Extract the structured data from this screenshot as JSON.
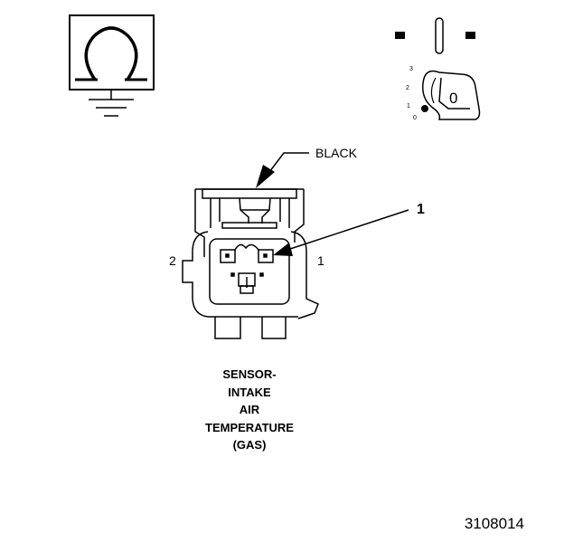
{
  "symbols": {
    "left_icon": "ohmmeter-ground-symbol",
    "right_icon": "ignition-key-off-symbol"
  },
  "ignition": {
    "positions": [
      "3",
      "2",
      "1",
      "0"
    ],
    "key_label": "0"
  },
  "connector": {
    "wire_color_label": "BLACK",
    "callout_number": "1",
    "pin_left": "2",
    "pin_right": "1"
  },
  "caption": {
    "lines": [
      "SENSOR-",
      "INTAKE",
      "AIR",
      "TEMPERATURE",
      "(GAS)"
    ]
  },
  "figure_number": "3108014",
  "colors": {
    "line": "#000000",
    "background": "#ffffff"
  }
}
